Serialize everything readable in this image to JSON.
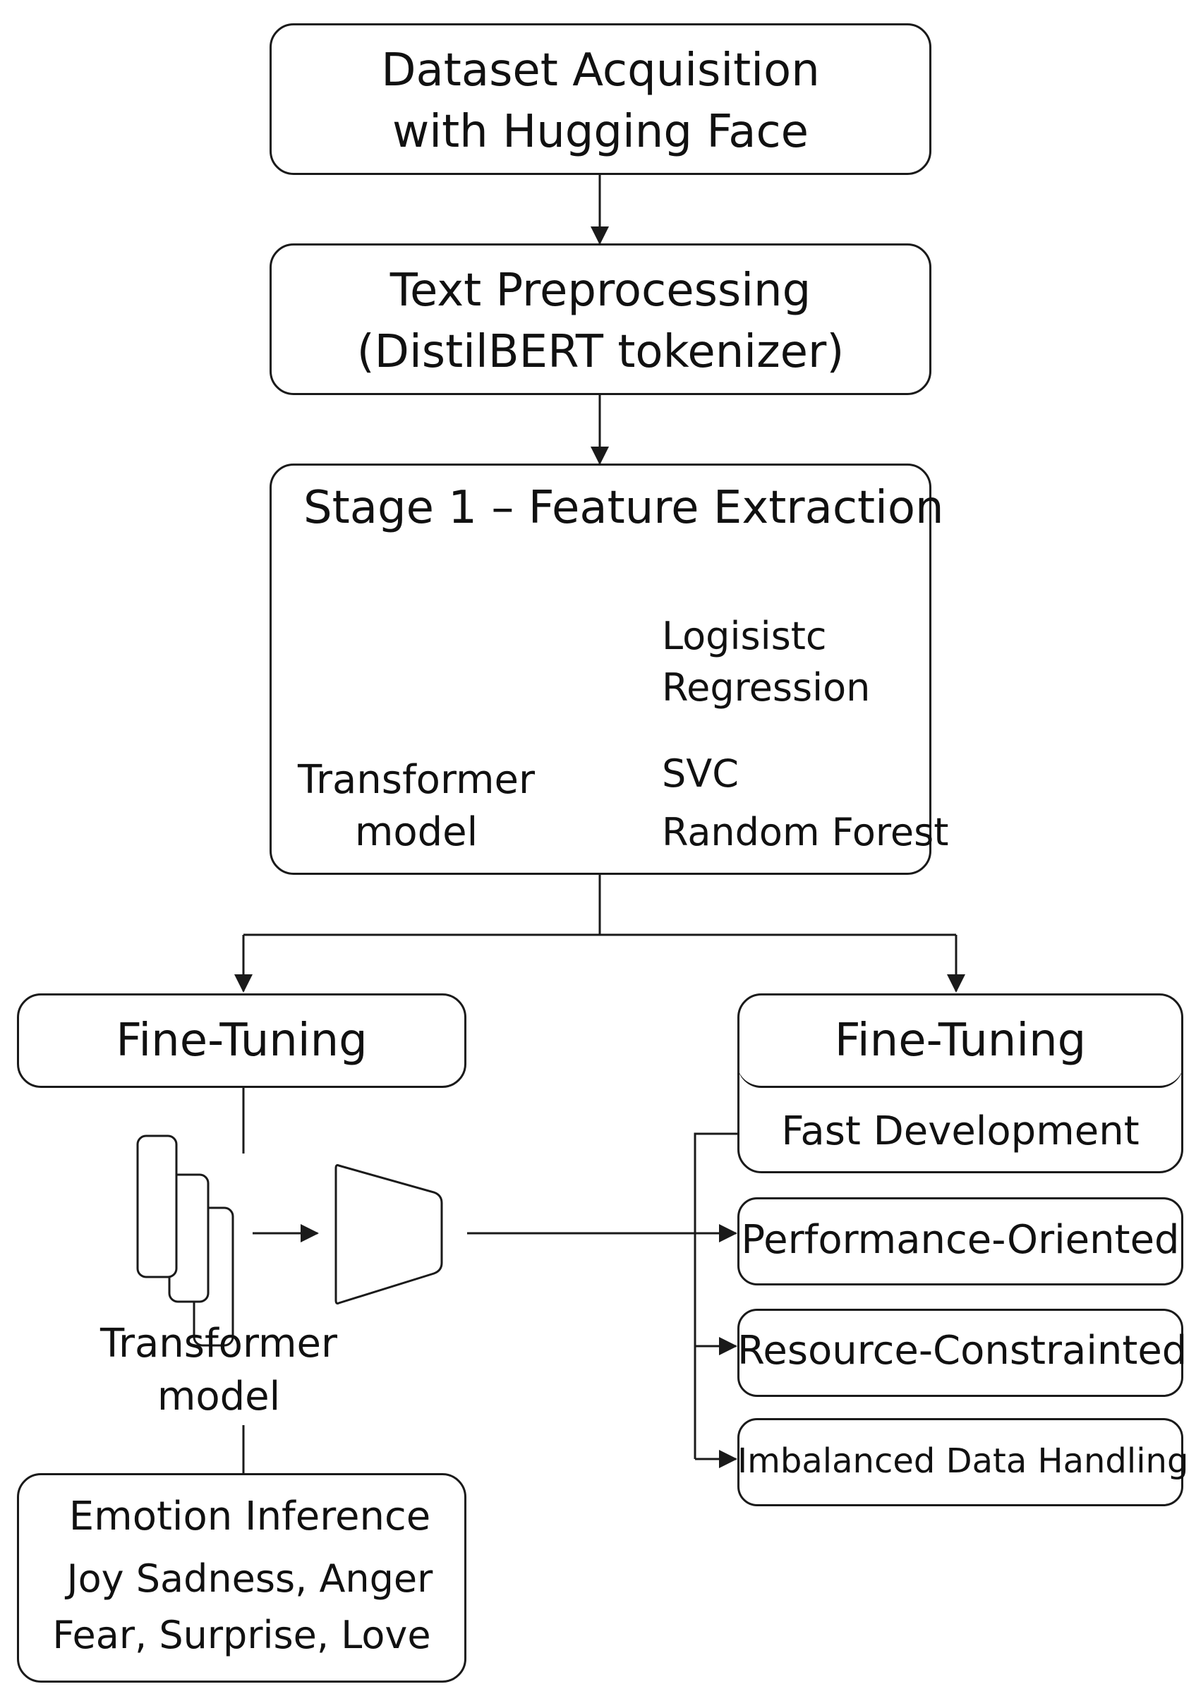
{
  "diagram": {
    "dataset_box": {
      "line1": "Dataset Acquisition",
      "line2": "with Hugging Face"
    },
    "preprocessing_box": {
      "line1": "Text Preprocessing",
      "line2": "(DistilBERT tokenizer)"
    },
    "stage1_box": {
      "title": "Stage 1 – Feature Extraction",
      "transformer_label_line1": "Transformer",
      "transformer_label_line2": "model",
      "classifiers": [
        "Logisistc",
        "Regression",
        "SVC",
        "Random Forest"
      ]
    },
    "left_branch": {
      "header": "Fine-Tuning",
      "transformer_label_line1": "Transformer",
      "transformer_label_line2": "model"
    },
    "right_branch": {
      "header": "Fine-Tuning",
      "options": [
        "Fast Development",
        "Performance-Oriented",
        "Resource-Constrainted",
        "Imbalanced Data Handling"
      ]
    },
    "emotion_box": {
      "title": "Emotion Inference",
      "line1": "Joy  Sadness, Anger",
      "line2": "Fear, Surprise, Love"
    }
  },
  "colors": {
    "stroke": "#1a1a1a",
    "background": "#ffffff",
    "text": "#111111"
  }
}
